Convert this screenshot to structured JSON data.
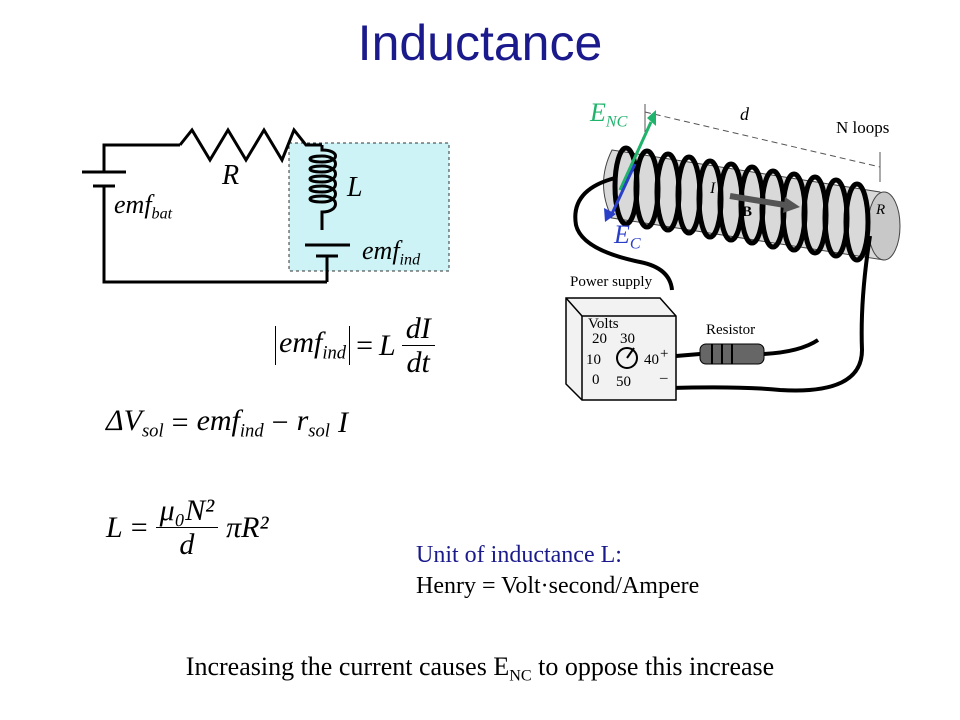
{
  "slide": {
    "title": "Inductance",
    "circuit": {
      "resistor_label": "R",
      "inductor_label": "L",
      "battery_label": "emf",
      "battery_sub": "bat",
      "induced_label": "emf",
      "induced_sub": "ind"
    },
    "figure": {
      "enc_label": "E",
      "enc_sub": "NC",
      "ec_label": "E",
      "ec_sub": "C",
      "d_label": "d",
      "loops_label": "N loops",
      "current_label": "I",
      "field_label": "B",
      "radius_label": "R",
      "power_supply_label": "Power supply",
      "volts_label": "Volts",
      "dial_20": "20",
      "dial_30": "30",
      "dial_10": "10",
      "dial_40": "40",
      "dial_0": "0",
      "dial_50": "50",
      "plus": "+",
      "minus": "–",
      "resistor_text": "Resistor",
      "accent_green": "#1fb36b",
      "accent_blue": "#2a3fc8"
    },
    "equations": {
      "eq1": {
        "emf": "emf",
        "ind": "ind",
        "eq": "=",
        "L": "L",
        "num": "dI",
        "den": "dt"
      },
      "eq2": {
        "dV": "ΔV",
        "sol": "sol",
        "eq": "=",
        "emf": "emf",
        "ind": "ind",
        "minus": "−",
        "r": "r",
        "rsol": "sol",
        "I": "I"
      },
      "eq3": {
        "L": "L",
        "eq": "=",
        "num": "μ₀N²",
        "den": "d",
        "tail": "πR²"
      }
    },
    "unit": {
      "title": "Unit of inductance L:",
      "definition": "Henry = Volt·second/Ampere"
    },
    "footer": {
      "before": "Increasing the current causes E",
      "sub": "NC",
      "after": " to oppose this increase"
    },
    "colors": {
      "title": "#1a1a8c",
      "highlight_box": "#cdf3f6"
    }
  }
}
